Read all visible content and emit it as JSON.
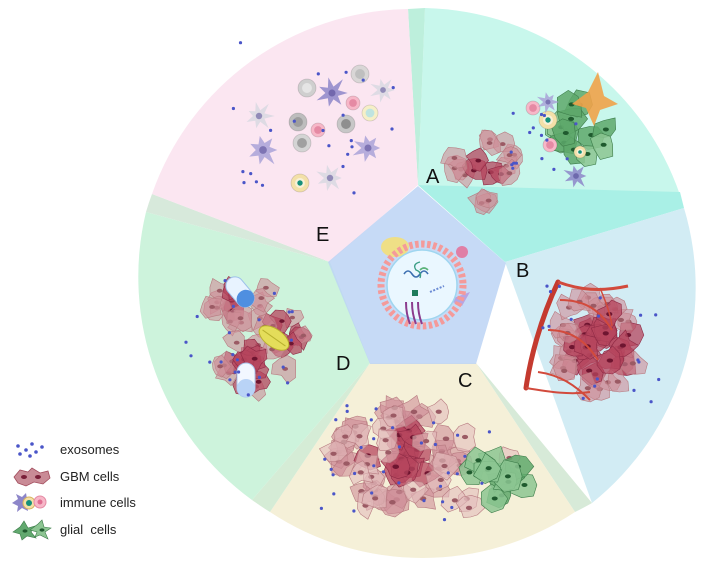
{
  "labels": {
    "a": "A",
    "b": "B",
    "c": "C",
    "d": "D",
    "e": "E"
  },
  "legend": [
    {
      "icon": "exosome-dots-icon",
      "label": "exosomes"
    },
    {
      "icon": "gbm-cell-icon",
      "label": "GBM cells"
    },
    {
      "icon": "immune-cell-icon",
      "label": "immune cells"
    },
    {
      "icon": "glial-cell-icon",
      "label": "glial  cells"
    }
  ],
  "colors": {
    "sector_a": "#c8f7ec",
    "sector_b": "#d2ecf4",
    "sector_c": "#f5f0d8",
    "sector_d": "#cdf3dc",
    "sector_e": "#fbe6f1",
    "center_pentagon": "#bcd3f5",
    "gbm_cell": "#b5455e",
    "gbm_cell_light": "#d9a7b0",
    "exosome": "#4a55c8",
    "immune_cell": "#8d86c9",
    "glial_cell": "#4f9a5e",
    "vessel": "#d24a3c"
  }
}
